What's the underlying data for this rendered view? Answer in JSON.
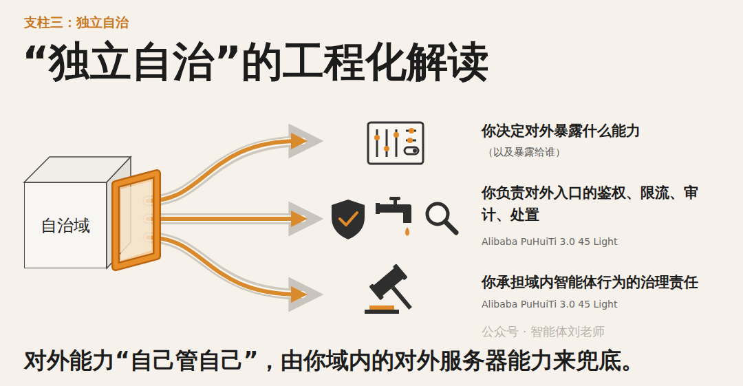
{
  "diagram": {
    "title": "“独立自治”的工程化解读",
    "caption": "对外能力“自己管自己”，由你域内的对外服务器能力来兜底。",
    "nodes": [
      {
        "text": [
          "自治域"
        ]
      }
    ],
    "edges": [],
    "labels": [
      "支柱三：独立自治",
      "你决定对外暴露什么能力",
      "（以及暴露给谁）",
      "你负责对外入口的鉴权、限流、审计、处置",
      "Alibaba PuHuiTi 3.0 45 Light",
      "你承担域内智能体行为的治理责任",
      "Alibaba PuHuiTi 3.0 45 Light",
      "公众号 · 智能体刘老师"
    ]
  }
}
